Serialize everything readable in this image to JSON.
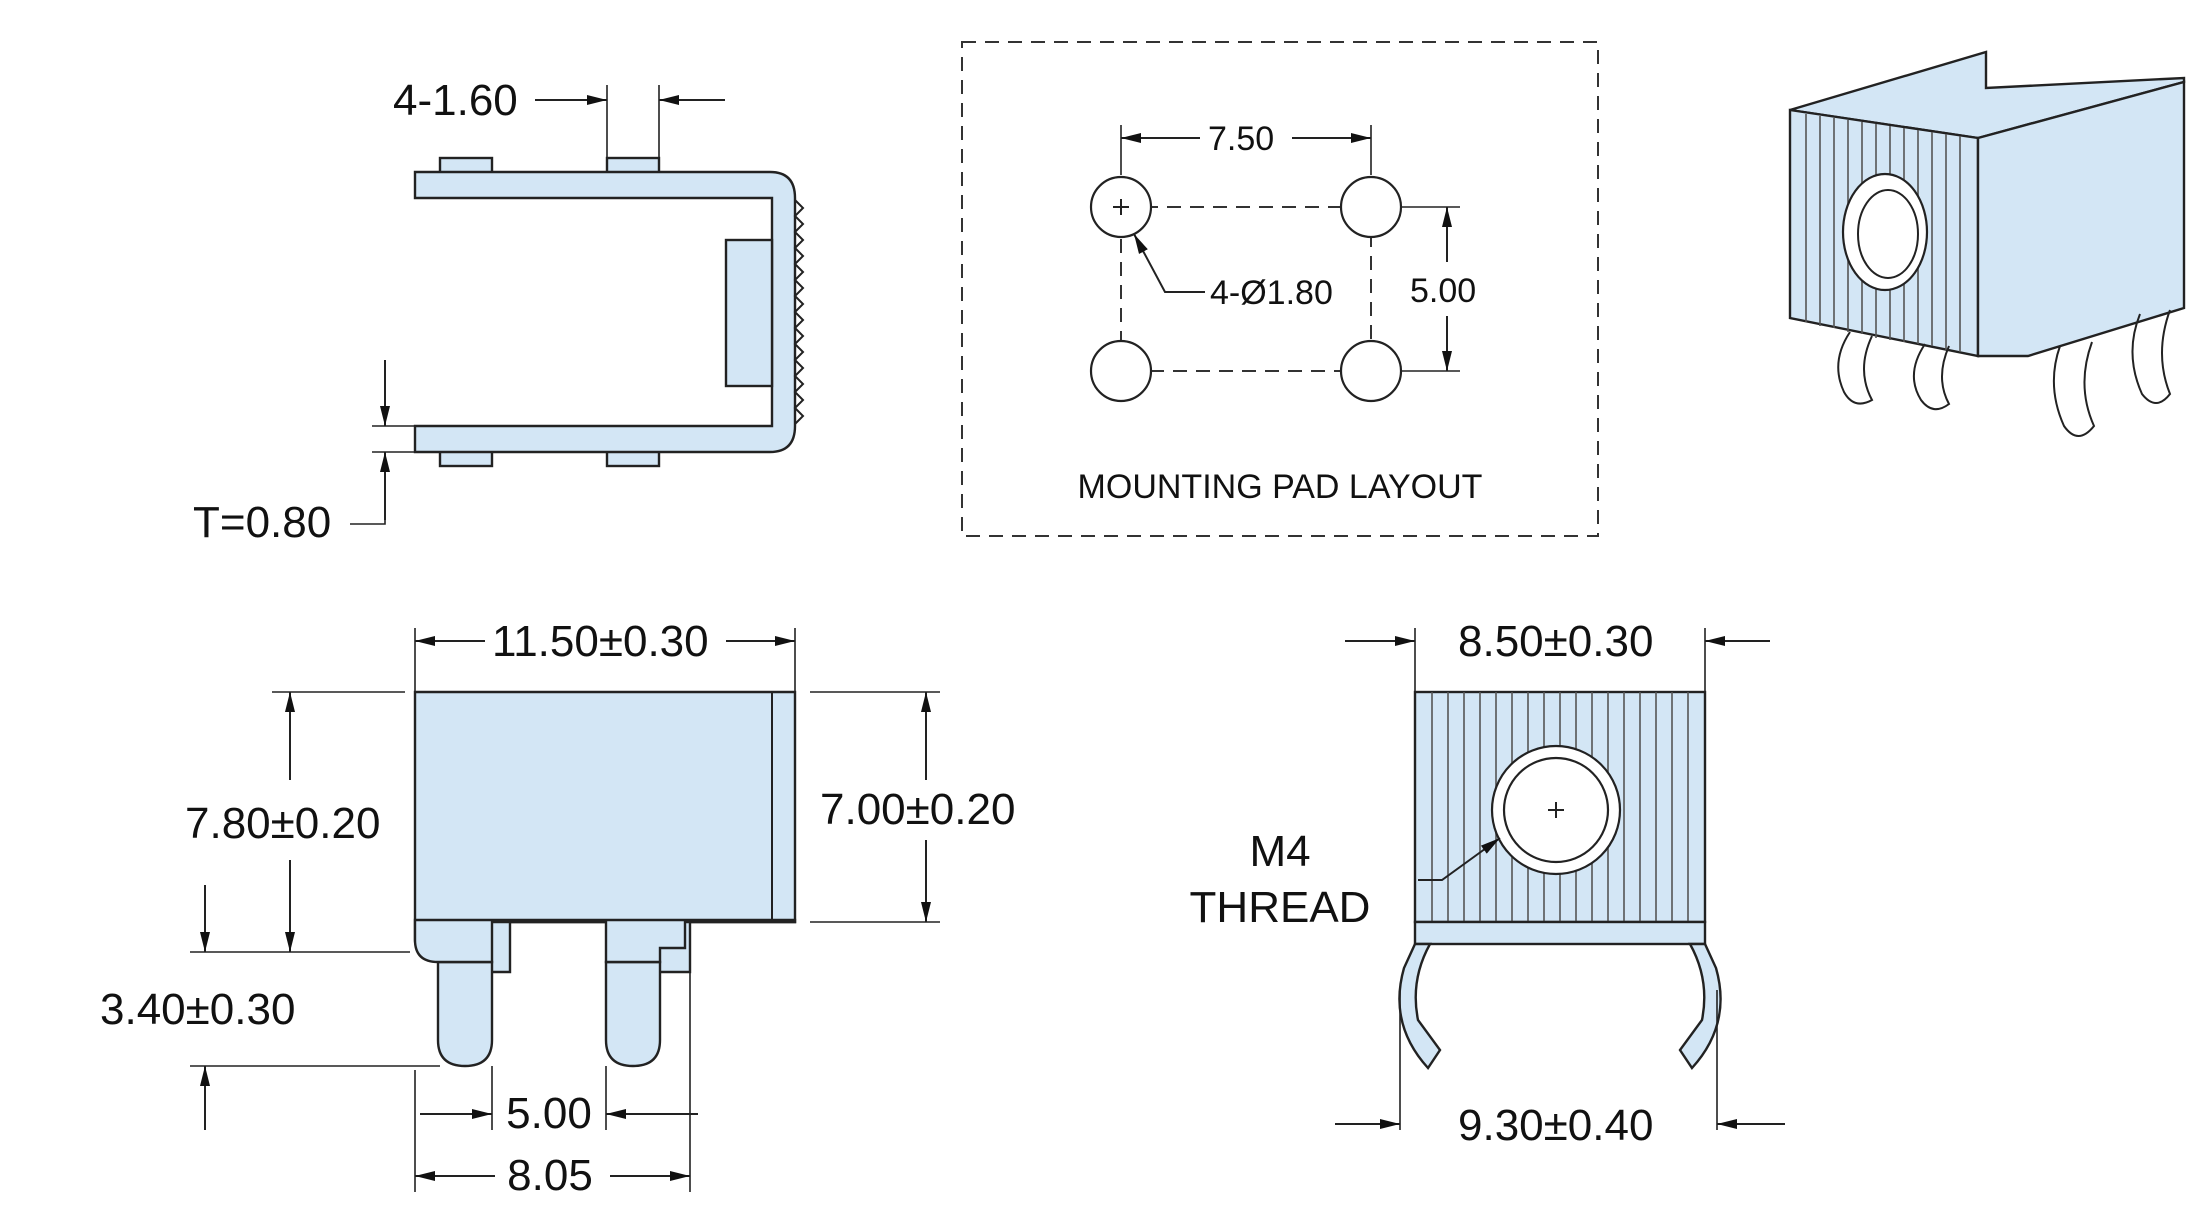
{
  "side_view": {
    "pin_width": "4-1.60",
    "thickness": "T=0.80"
  },
  "pad_layout": {
    "pitch_x": "7.50",
    "pitch_y": "5.00",
    "hole_dia": "4-Ø1.80",
    "title": "MOUNTING PAD LAYOUT"
  },
  "front_view": {
    "length": "11.50±0.30",
    "height_total": "7.80±0.20",
    "height_body": "7.00±0.20",
    "pin_length": "3.40±0.30",
    "pin_gap": "5.00",
    "pin_span": "8.05"
  },
  "end_view": {
    "width": "8.50±0.30",
    "thread_line1": "M4",
    "thread_line2": "THREAD",
    "leg_span": "9.30±0.40"
  },
  "colors": {
    "part_fill": "#d3e6f5",
    "outline": "#222222"
  }
}
